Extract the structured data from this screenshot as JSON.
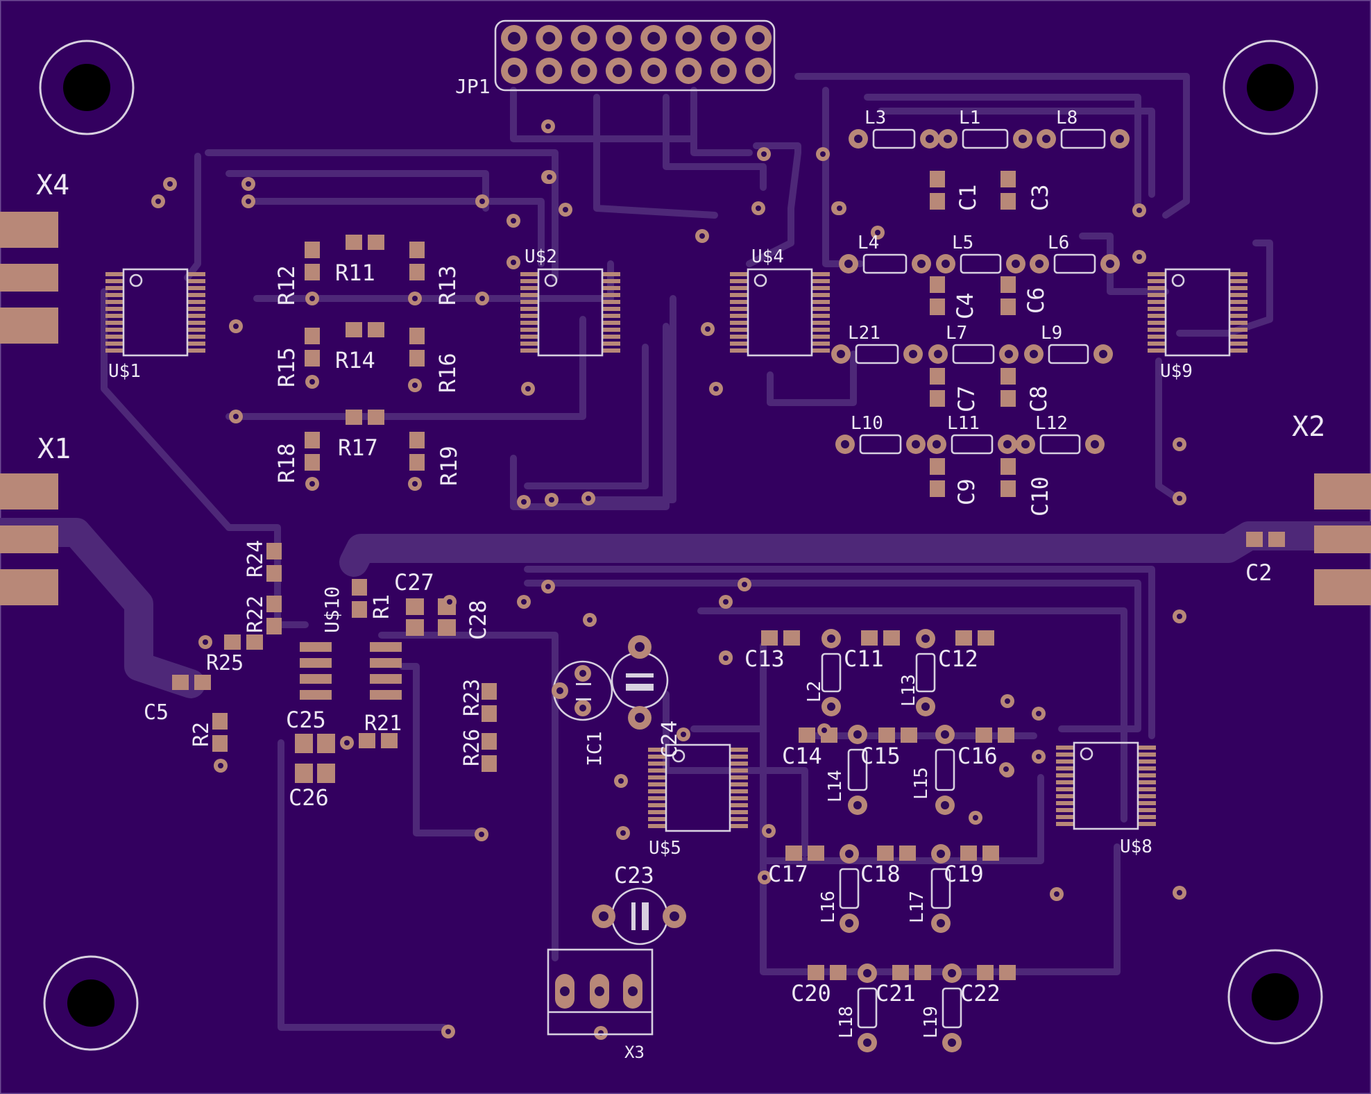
{
  "board": {
    "colors": {
      "substrate": "#33005f",
      "copper_trace": "#4e2878",
      "pad": "#b88878",
      "silkscreen": "#d8d0e0",
      "mounting_hole": "#000000"
    },
    "labels": [
      {
        "id": "JP1",
        "text": "JP1"
      },
      {
        "id": "X4",
        "text": "X4"
      },
      {
        "id": "X1",
        "text": "X1"
      },
      {
        "id": "X2",
        "text": "X2"
      },
      {
        "id": "X3",
        "text": "X3"
      },
      {
        "id": "U1",
        "text": "U$1"
      },
      {
        "id": "U2",
        "text": "U$2"
      },
      {
        "id": "U4",
        "text": "U$4"
      },
      {
        "id": "U9",
        "text": "U$9"
      },
      {
        "id": "U5",
        "text": "U$5"
      },
      {
        "id": "U8",
        "text": "U$8"
      },
      {
        "id": "U10",
        "text": "U$10"
      },
      {
        "id": "IC1",
        "text": "IC1"
      },
      {
        "id": "R11",
        "text": "R11"
      },
      {
        "id": "R12",
        "text": "R12"
      },
      {
        "id": "R13",
        "text": "R13"
      },
      {
        "id": "R14",
        "text": "R14"
      },
      {
        "id": "R15",
        "text": "R15"
      },
      {
        "id": "R16",
        "text": "R16"
      },
      {
        "id": "R17",
        "text": "R17"
      },
      {
        "id": "R18",
        "text": "R18"
      },
      {
        "id": "R19",
        "text": "R19"
      },
      {
        "id": "R24",
        "text": "R24"
      },
      {
        "id": "R22",
        "text": "R22"
      },
      {
        "id": "R25",
        "text": "R25"
      },
      {
        "id": "R1",
        "text": "R1"
      },
      {
        "id": "R2",
        "text": "R2"
      },
      {
        "id": "R21",
        "text": "R21"
      },
      {
        "id": "R23",
        "text": "R23"
      },
      {
        "id": "R26",
        "text": "R26"
      },
      {
        "id": "C1",
        "text": "C1"
      },
      {
        "id": "C2",
        "text": "C2"
      },
      {
        "id": "C3",
        "text": "C3"
      },
      {
        "id": "C4",
        "text": "C4"
      },
      {
        "id": "C5",
        "text": "C5"
      },
      {
        "id": "C6",
        "text": "C6"
      },
      {
        "id": "C7",
        "text": "C7"
      },
      {
        "id": "C8",
        "text": "C8"
      },
      {
        "id": "C9",
        "text": "C9"
      },
      {
        "id": "C10",
        "text": "C10"
      },
      {
        "id": "C11",
        "text": "C11"
      },
      {
        "id": "C12",
        "text": "C12"
      },
      {
        "id": "C13",
        "text": "C13"
      },
      {
        "id": "C14",
        "text": "C14"
      },
      {
        "id": "C15",
        "text": "C15"
      },
      {
        "id": "C16",
        "text": "C16"
      },
      {
        "id": "C17",
        "text": "C17"
      },
      {
        "id": "C18",
        "text": "C18"
      },
      {
        "id": "C19",
        "text": "C19"
      },
      {
        "id": "C20",
        "text": "C20"
      },
      {
        "id": "C21",
        "text": "C21"
      },
      {
        "id": "C22",
        "text": "C22"
      },
      {
        "id": "C23",
        "text": "C23"
      },
      {
        "id": "C24",
        "text": "C24"
      },
      {
        "id": "C25",
        "text": "C25"
      },
      {
        "id": "C26",
        "text": "C26"
      },
      {
        "id": "C27",
        "text": "C27"
      },
      {
        "id": "C28",
        "text": "C28"
      },
      {
        "id": "L1",
        "text": "L1"
      },
      {
        "id": "L2",
        "text": "L2"
      },
      {
        "id": "L3",
        "text": "L3"
      },
      {
        "id": "L4",
        "text": "L4"
      },
      {
        "id": "L5",
        "text": "L5"
      },
      {
        "id": "L6",
        "text": "L6"
      },
      {
        "id": "L7",
        "text": "L7"
      },
      {
        "id": "L8",
        "text": "L8"
      },
      {
        "id": "L9",
        "text": "L9"
      },
      {
        "id": "L10",
        "text": "L10"
      },
      {
        "id": "L11",
        "text": "L11"
      },
      {
        "id": "L12",
        "text": "L12"
      },
      {
        "id": "L13",
        "text": "L13"
      },
      {
        "id": "L14",
        "text": "L14"
      },
      {
        "id": "L15",
        "text": "L15"
      },
      {
        "id": "L16",
        "text": "L16"
      },
      {
        "id": "L17",
        "text": "L17"
      },
      {
        "id": "L18",
        "text": "L18"
      },
      {
        "id": "L19",
        "text": "L19"
      },
      {
        "id": "L21",
        "text": "L21"
      }
    ]
  }
}
